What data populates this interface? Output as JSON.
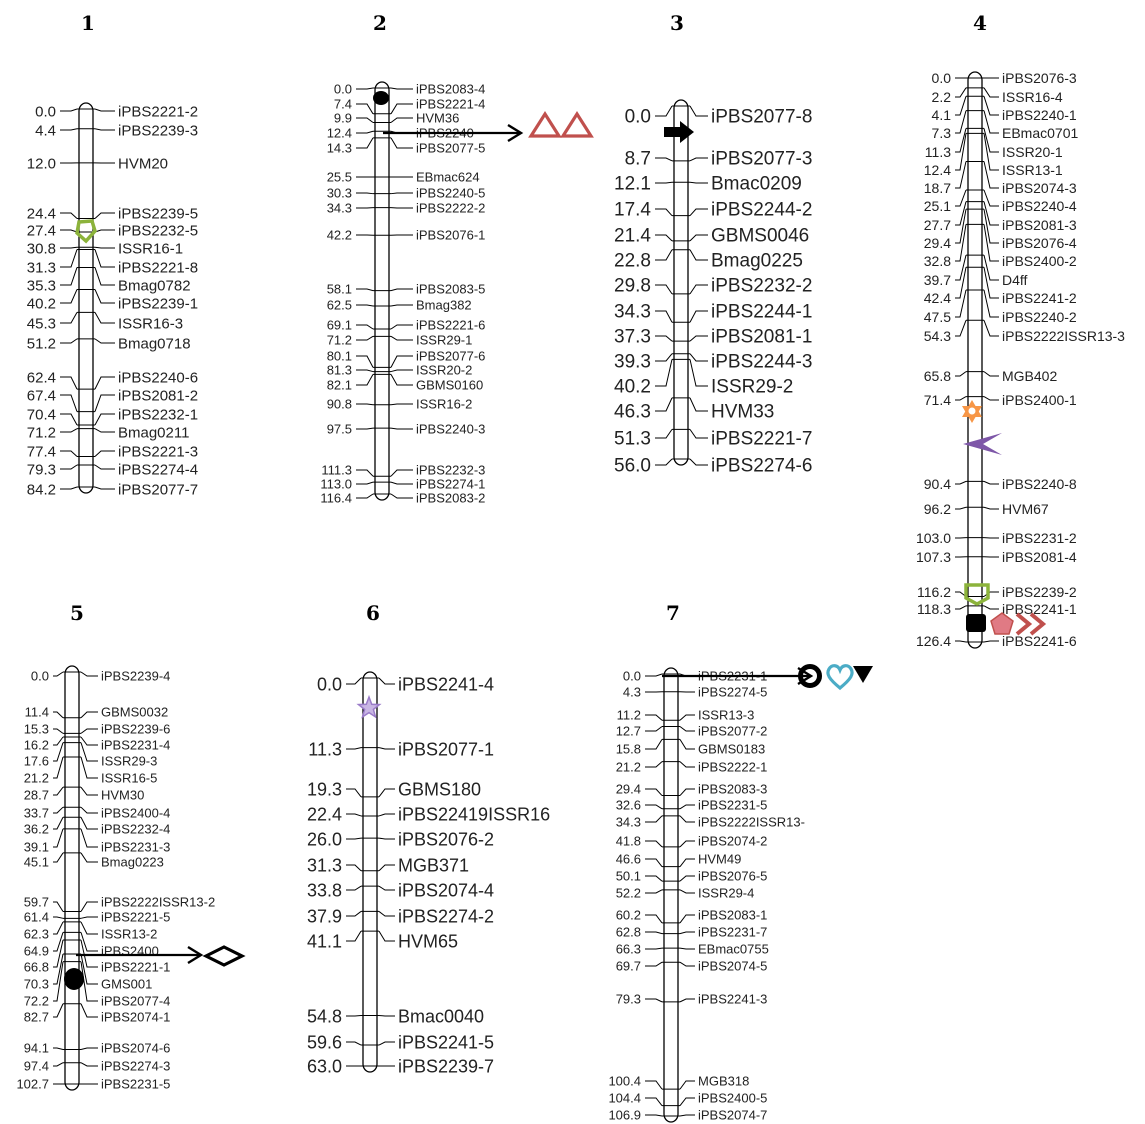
{
  "chromosomes": [
    {
      "id": "1",
      "markers": [
        {
          "pos": "0.0",
          "name": "iPBS2221-2"
        },
        {
          "pos": "4.4",
          "name": "iPBS2239-3"
        },
        {
          "pos": "12.0",
          "name": "HVM20"
        },
        {
          "pos": "24.4",
          "name": "iPBS2239-5"
        },
        {
          "pos": "27.4",
          "name": "iPBS2232-5"
        },
        {
          "pos": "30.8",
          "name": "ISSR16-1"
        },
        {
          "pos": "31.3",
          "name": "iPBS2221-8"
        },
        {
          "pos": "35.3",
          "name": "Bmag0782"
        },
        {
          "pos": "40.2",
          "name": "iPBS2239-1"
        },
        {
          "pos": "45.3",
          "name": "ISSR16-3"
        },
        {
          "pos": "51.2",
          "name": "Bmag0718"
        },
        {
          "pos": "62.4",
          "name": "iPBS2240-6"
        },
        {
          "pos": "67.4",
          "name": "iPBS2081-2"
        },
        {
          "pos": "70.4",
          "name": "iPBS2232-1"
        },
        {
          "pos": "71.2",
          "name": "Bmag0211"
        },
        {
          "pos": "77.4",
          "name": "iPBS2221-3"
        },
        {
          "pos": "79.3",
          "name": "iPBS2274-4"
        },
        {
          "pos": "84.2",
          "name": "iPBS2077-7"
        }
      ]
    },
    {
      "id": "2",
      "markers": [
        {
          "pos": "0.0",
          "name": "iPBS2083-4"
        },
        {
          "pos": "7.4",
          "name": "iPBS2221-4"
        },
        {
          "pos": "9.9",
          "name": "HVM36"
        },
        {
          "pos": "12.4",
          "name": "iPBS2240"
        },
        {
          "pos": "14.3",
          "name": "iPBS2077-5"
        },
        {
          "pos": "25.5",
          "name": "EBmac624"
        },
        {
          "pos": "30.3",
          "name": "iPBS2240-5"
        },
        {
          "pos": "34.3",
          "name": "iPBS2222-2"
        },
        {
          "pos": "42.2",
          "name": "iPBS2076-1"
        },
        {
          "pos": "58.1",
          "name": "iPBS2083-5"
        },
        {
          "pos": "62.5",
          "name": "Bmag382"
        },
        {
          "pos": "69.1",
          "name": "iPBS2221-6"
        },
        {
          "pos": "71.2",
          "name": "ISSR29-1"
        },
        {
          "pos": "80.1",
          "name": "iPBS2077-6"
        },
        {
          "pos": "81.3",
          "name": "ISSR20-2"
        },
        {
          "pos": "82.1",
          "name": "GBMS0160"
        },
        {
          "pos": "90.8",
          "name": "ISSR16-2"
        },
        {
          "pos": "97.5",
          "name": "iPBS2240-3"
        },
        {
          "pos": "111.3",
          "name": "iPBS2232-3"
        },
        {
          "pos": "113.0",
          "name": "iPBS2274-1"
        },
        {
          "pos": "116.4",
          "name": "iPBS2083-2"
        }
      ]
    },
    {
      "id": "3",
      "markers": [
        {
          "pos": "0.0",
          "name": "iPBS2077-8"
        },
        {
          "pos": "8.7",
          "name": "iPBS2077-3"
        },
        {
          "pos": "12.1",
          "name": "Bmac0209"
        },
        {
          "pos": "17.4",
          "name": "iPBS2244-2"
        },
        {
          "pos": "21.4",
          "name": "GBMS0046"
        },
        {
          "pos": "22.8",
          "name": "Bmag0225"
        },
        {
          "pos": "29.8",
          "name": "iPBS2232-2"
        },
        {
          "pos": "34.3",
          "name": "iPBS2244-1"
        },
        {
          "pos": "37.3",
          "name": "iPBS2081-1"
        },
        {
          "pos": "39.3",
          "name": "iPBS2244-3"
        },
        {
          "pos": "40.2",
          "name": "ISSR29-2"
        },
        {
          "pos": "46.3",
          "name": "HVM33"
        },
        {
          "pos": "51.3",
          "name": "iPBS2221-7"
        },
        {
          "pos": "56.0",
          "name": "iPBS2274-6"
        }
      ]
    },
    {
      "id": "4",
      "markers": [
        {
          "pos": "0.0",
          "name": "iPBS2076-3"
        },
        {
          "pos": "2.2",
          "name": "ISSR16-4"
        },
        {
          "pos": "4.1",
          "name": "iPBS2240-1"
        },
        {
          "pos": "7.3",
          "name": "EBmac0701"
        },
        {
          "pos": "11.3",
          "name": "ISSR20-1"
        },
        {
          "pos": "12.4",
          "name": "ISSR13-1"
        },
        {
          "pos": "18.7",
          "name": "iPBS2074-3"
        },
        {
          "pos": "25.1",
          "name": "iPBS2240-4"
        },
        {
          "pos": "27.7",
          "name": "iPBS2081-3"
        },
        {
          "pos": "29.4",
          "name": "iPBS2076-4"
        },
        {
          "pos": "32.8",
          "name": "iPBS2400-2"
        },
        {
          "pos": "39.7",
          "name": "D4ff"
        },
        {
          "pos": "42.4",
          "name": "iPBS2241-2"
        },
        {
          "pos": "47.5",
          "name": "iPBS2240-2"
        },
        {
          "pos": "54.3",
          "name": "iPBS2222ISSR13-3"
        },
        {
          "pos": "65.8",
          "name": "MGB402"
        },
        {
          "pos": "71.4",
          "name": "iPBS2400-1"
        },
        {
          "pos": "90.4",
          "name": "iPBS2240-8"
        },
        {
          "pos": "96.2",
          "name": "HVM67"
        },
        {
          "pos": "103.0",
          "name": "iPBS2231-2"
        },
        {
          "pos": "107.3",
          "name": "iPBS2081-4"
        },
        {
          "pos": "116.2",
          "name": "iPBS2239-2"
        },
        {
          "pos": "118.3",
          "name": "iPBS2241-1"
        },
        {
          "pos": "126.4",
          "name": "iPBS2241-6"
        }
      ]
    },
    {
      "id": "5",
      "markers": [
        {
          "pos": "0.0",
          "name": "iPBS2239-4"
        },
        {
          "pos": "11.4",
          "name": "GBMS0032"
        },
        {
          "pos": "15.3",
          "name": "iPBS2239-6"
        },
        {
          "pos": "16.2",
          "name": "iPBS2231-4"
        },
        {
          "pos": "17.6",
          "name": "ISSR29-3"
        },
        {
          "pos": "21.2",
          "name": "ISSR16-5"
        },
        {
          "pos": "28.7",
          "name": "HVM30"
        },
        {
          "pos": "33.7",
          "name": "iPBS2400-4"
        },
        {
          "pos": "36.2",
          "name": "iPBS2232-4"
        },
        {
          "pos": "39.1",
          "name": "iPBS2231-3"
        },
        {
          "pos": "45.1",
          "name": "Bmag0223"
        },
        {
          "pos": "59.7",
          "name": "iPBS2222ISSR13-2"
        },
        {
          "pos": "61.4",
          "name": "iPBS2221-5"
        },
        {
          "pos": "62.3",
          "name": "ISSR13-2"
        },
        {
          "pos": "64.9",
          "name": "iPBS2400"
        },
        {
          "pos": "66.8",
          "name": "iPBS2221-1"
        },
        {
          "pos": "70.3",
          "name": "GMS001"
        },
        {
          "pos": "72.2",
          "name": "iPBS2077-4"
        },
        {
          "pos": "82.7",
          "name": "iPBS2074-1"
        },
        {
          "pos": "94.1",
          "name": "iPBS2074-6"
        },
        {
          "pos": "97.4",
          "name": "iPBS2274-3"
        },
        {
          "pos": "102.7",
          "name": "iPBS2231-5"
        }
      ]
    },
    {
      "id": "6",
      "markers": [
        {
          "pos": "0.0",
          "name": "iPBS2241-4"
        },
        {
          "pos": "11.3",
          "name": "iPBS2077-1"
        },
        {
          "pos": "19.3",
          "name": "GBMS180"
        },
        {
          "pos": "22.4",
          "name": "iPBS22419ISSR16"
        },
        {
          "pos": "26.0",
          "name": "iPBS2076-2"
        },
        {
          "pos": "31.3",
          "name": "MGB371"
        },
        {
          "pos": "33.8",
          "name": "iPBS2074-4"
        },
        {
          "pos": "37.9",
          "name": "iPBS2274-2"
        },
        {
          "pos": "41.1",
          "name": "HVM65"
        },
        {
          "pos": "54.8",
          "name": "Bmac0040"
        },
        {
          "pos": "59.6",
          "name": "iPBS2241-5"
        },
        {
          "pos": "63.0",
          "name": "iPBS2239-7"
        }
      ]
    },
    {
      "id": "7",
      "markers": [
        {
          "pos": "0.0",
          "name": "iPBS2231-1"
        },
        {
          "pos": "4.3",
          "name": "iPBS2274-5"
        },
        {
          "pos": "11.2",
          "name": "ISSR13-3"
        },
        {
          "pos": "12.7",
          "name": "iPBS2077-2"
        },
        {
          "pos": "15.8",
          "name": "GBMS0183"
        },
        {
          "pos": "21.2",
          "name": "iPBS2222-1"
        },
        {
          "pos": "29.4",
          "name": "iPBS2083-3"
        },
        {
          "pos": "32.6",
          "name": "iPBS2231-5"
        },
        {
          "pos": "34.3",
          "name": "iPBS2222ISSR13-"
        },
        {
          "pos": "41.8",
          "name": "iPBS2074-2"
        },
        {
          "pos": "46.6",
          "name": "HVM49"
        },
        {
          "pos": "50.1",
          "name": "iPBS2076-5"
        },
        {
          "pos": "52.2",
          "name": "ISSR29-4"
        },
        {
          "pos": "60.2",
          "name": "iPBS2083-1"
        },
        {
          "pos": "62.8",
          "name": "iPBS2231-7"
        },
        {
          "pos": "66.3",
          "name": "EBmac0755"
        },
        {
          "pos": "69.7",
          "name": "iPBS2074-5"
        },
        {
          "pos": "79.3",
          "name": "iPBS2241-3"
        },
        {
          "pos": "100.4",
          "name": "MGB318"
        },
        {
          "pos": "104.4",
          "name": "iPBS2400-5"
        },
        {
          "pos": "106.9",
          "name": "iPBS2074-7"
        }
      ]
    }
  ],
  "trait_symbols": [
    {
      "chrom": "1",
      "shape": "pentagon-outline",
      "color": "#8cb33b"
    },
    {
      "chrom": "2",
      "shape": "oval-filled",
      "color": "#000000"
    },
    {
      "chrom": "2",
      "shape": "arrow",
      "color": "#000000"
    },
    {
      "chrom": "2",
      "shape": "triangle-outline",
      "color": "#c0504d"
    },
    {
      "chrom": "2",
      "shape": "triangle-outline",
      "color": "#c0504d"
    },
    {
      "chrom": "3",
      "shape": "arrow-filled",
      "color": "#000000"
    },
    {
      "chrom": "4",
      "shape": "star-of-david",
      "color": "#f79646"
    },
    {
      "chrom": "4",
      "shape": "moon",
      "color": "#7e57a8"
    },
    {
      "chrom": "4",
      "shape": "pentagon-outline",
      "color": "#8cb33b"
    },
    {
      "chrom": "4",
      "shape": "square-filled",
      "color": "#000000"
    },
    {
      "chrom": "4",
      "shape": "pentagon-filled",
      "color": "#e07a84"
    },
    {
      "chrom": "4",
      "shape": "chevron",
      "color": "#c0504d"
    },
    {
      "chrom": "5",
      "shape": "oval-filled",
      "color": "#000000"
    },
    {
      "chrom": "5",
      "shape": "arrow",
      "color": "#000000"
    },
    {
      "chrom": "5",
      "shape": "diamond-outline",
      "color": "#000000"
    },
    {
      "chrom": "6",
      "shape": "star",
      "color": "#9b7cc9"
    },
    {
      "chrom": "7",
      "shape": "arrow",
      "color": "#000000"
    },
    {
      "chrom": "7",
      "shape": "ring",
      "color": "#000000"
    },
    {
      "chrom": "7",
      "shape": "heart-outline",
      "color": "#4bacc6"
    },
    {
      "chrom": "7",
      "shape": "triangle-down-filled",
      "color": "#000000"
    }
  ]
}
